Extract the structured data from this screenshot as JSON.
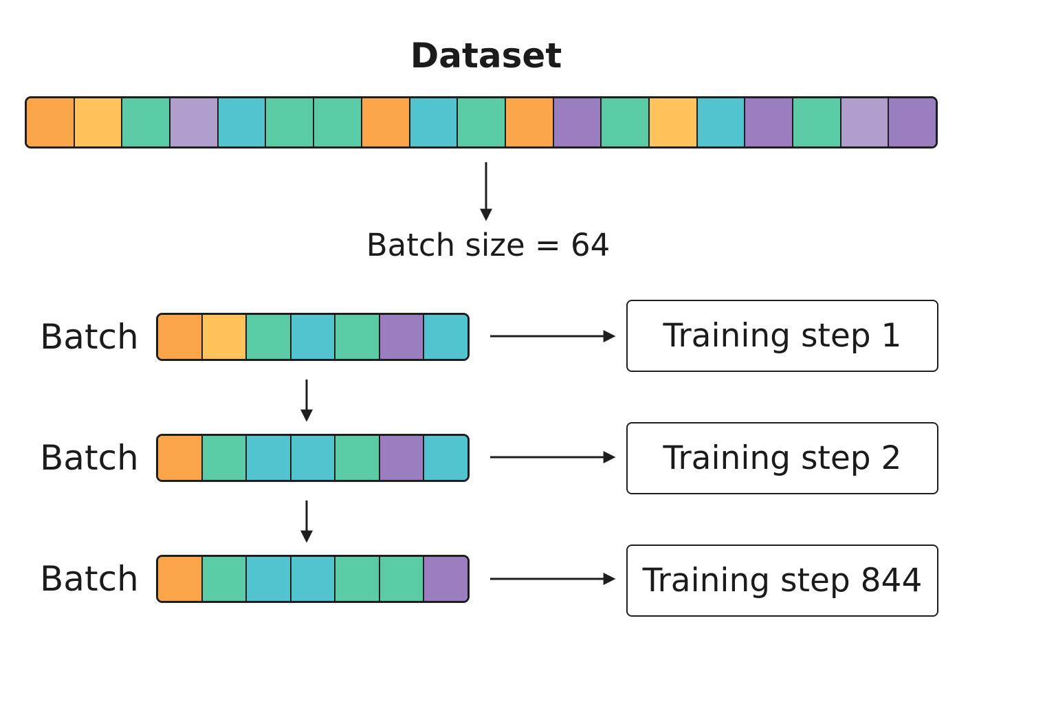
{
  "title": "Dataset",
  "batch_size_label": "Batch size = 64",
  "colors": {
    "orange": "#FBA54A",
    "yellow": "#FEC45B",
    "green": "#5ACBA5",
    "lavender": "#B09ECD",
    "cyan": "#52C4CF",
    "purple": "#9A7EC0",
    "outline": "#1E1E1E"
  },
  "dataset_cells": [
    "orange",
    "yellow",
    "green",
    "lavender",
    "cyan",
    "green",
    "green",
    "orange",
    "cyan",
    "green",
    "orange",
    "purple",
    "green",
    "yellow",
    "cyan",
    "purple",
    "green",
    "lavender",
    "purple"
  ],
  "batches": [
    {
      "label": "Batch",
      "cells": [
        "orange",
        "yellow",
        "green",
        "cyan",
        "green",
        "purple",
        "cyan"
      ],
      "step_label": "Training step 1"
    },
    {
      "label": "Batch",
      "cells": [
        "orange",
        "green",
        "cyan",
        "cyan",
        "green",
        "purple",
        "cyan"
      ],
      "step_label": "Training step 2"
    },
    {
      "label": "Batch",
      "cells": [
        "orange",
        "green",
        "cyan",
        "cyan",
        "green",
        "green",
        "purple"
      ],
      "step_label": "Training step 844"
    }
  ]
}
